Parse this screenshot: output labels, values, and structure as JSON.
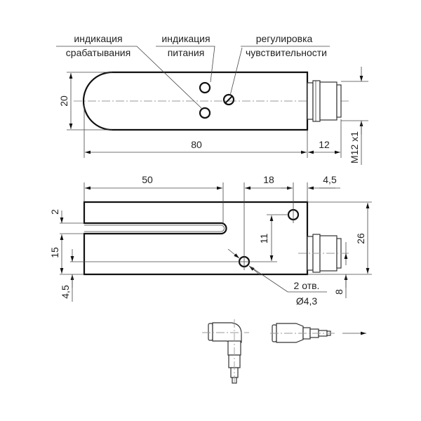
{
  "labels": {
    "switch_indication": [
      "индикация",
      "срабатывания"
    ],
    "power_indication": [
      "индикация",
      "питания"
    ],
    "sensitivity_adjust": [
      "регулировка",
      "чувствительности"
    ],
    "holes": [
      "2 отв.",
      "Ø4,3"
    ]
  },
  "dimensions": {
    "top_height": "20",
    "top_length": "80",
    "connector_length": "12",
    "thread": "M12 x1",
    "slot_depth": "50",
    "hole_spacing_x": "18",
    "hole_edge_x": "4,5",
    "slot_width": "2",
    "lower_prong": "15",
    "hole_edge_y": "4,5",
    "hole_spacing_y": "11",
    "total_height": "26",
    "connector_offset": "8"
  }
}
